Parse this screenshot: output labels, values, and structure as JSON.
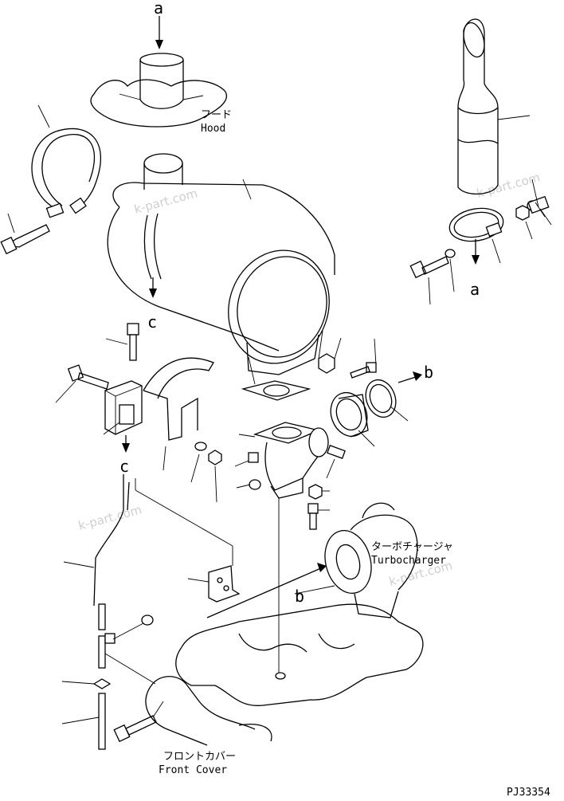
{
  "labels": {
    "a_top": "a",
    "a_right": "a",
    "b_right": "b",
    "b_lower": "b",
    "c_muffler": "c",
    "c_bracket": "c",
    "hood_jp": "フード",
    "hood_en": "Hood",
    "turbo_jp": "ターボチャージャ",
    "turbo_en": "Turbocharger",
    "front_jp": "フロントカバー",
    "front_en": "Front Cover",
    "drawing_no": "PJ33354"
  },
  "watermarks": [
    "k-part.com",
    "k-part.com",
    "k-part.com",
    "k-part.com"
  ],
  "icons": {
    "callout_arrow": "arrow-icon"
  }
}
